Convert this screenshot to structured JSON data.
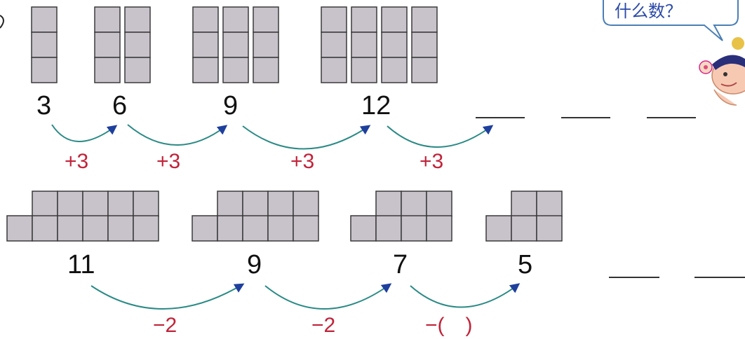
{
  "speech_bubble": {
    "text": "什么数？"
  },
  "row1": {
    "numbers": [
      "3",
      "6",
      "9",
      "12"
    ],
    "operations": [
      "+3",
      "+3",
      "+3",
      "+3"
    ]
  },
  "row2": {
    "numbers": [
      "11",
      "9",
      "7",
      "5"
    ],
    "operations": [
      "−2",
      "−2",
      "−(　)"
    ]
  },
  "colors": {
    "block_fill": "#c8c3cb",
    "block_stroke": "#3a3a3a",
    "arc": "#2a8a86",
    "arrow_head": "#1f3f9c",
    "operation_text": "#c0243a",
    "bubble_text": "#2b4aa6"
  }
}
